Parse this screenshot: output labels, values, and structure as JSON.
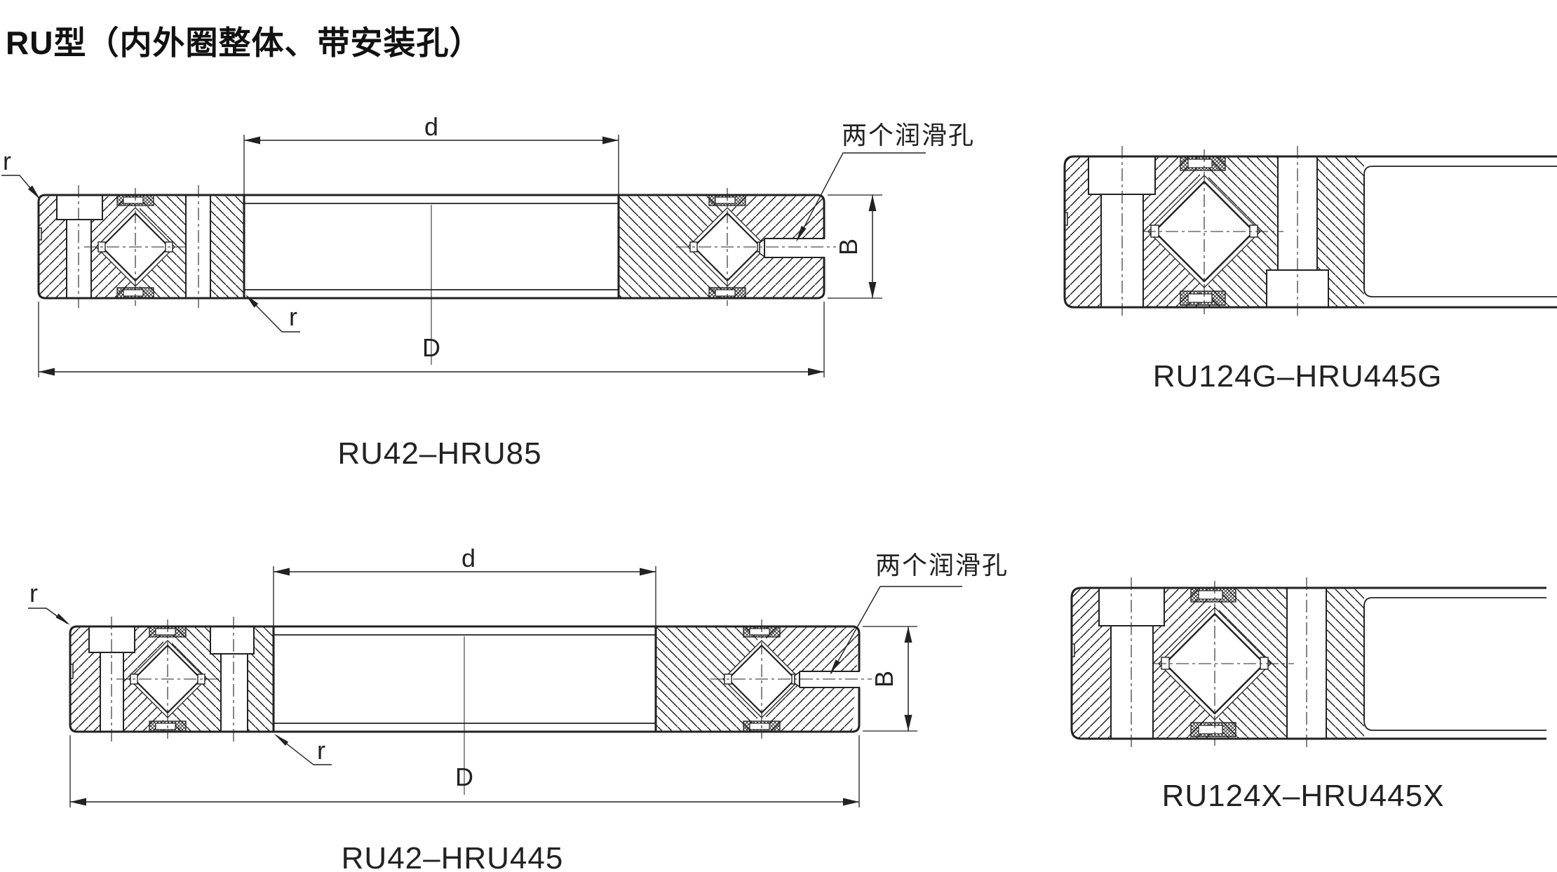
{
  "colors": {
    "line": "#222222",
    "background": "#ffffff"
  },
  "title": "RU型（内外圈整体、带安装孔）",
  "drawings": [
    {
      "caption": "RU42–HRU85",
      "labels": {
        "bore_dim": "d",
        "outer_dim": "D",
        "width_dim": "B",
        "radius_top": "r",
        "radius_inner": "r",
        "lube_note": "两个润滑孔"
      }
    },
    {
      "caption": "RU124G–HRU445G"
    },
    {
      "caption": "RU42–HRU445",
      "labels": {
        "bore_dim": "d",
        "outer_dim": "D",
        "width_dim": "B",
        "radius_top": "r",
        "radius_inner": "r",
        "lube_note": "两个润滑孔"
      }
    },
    {
      "caption": "RU124X–HRU445X"
    }
  ]
}
